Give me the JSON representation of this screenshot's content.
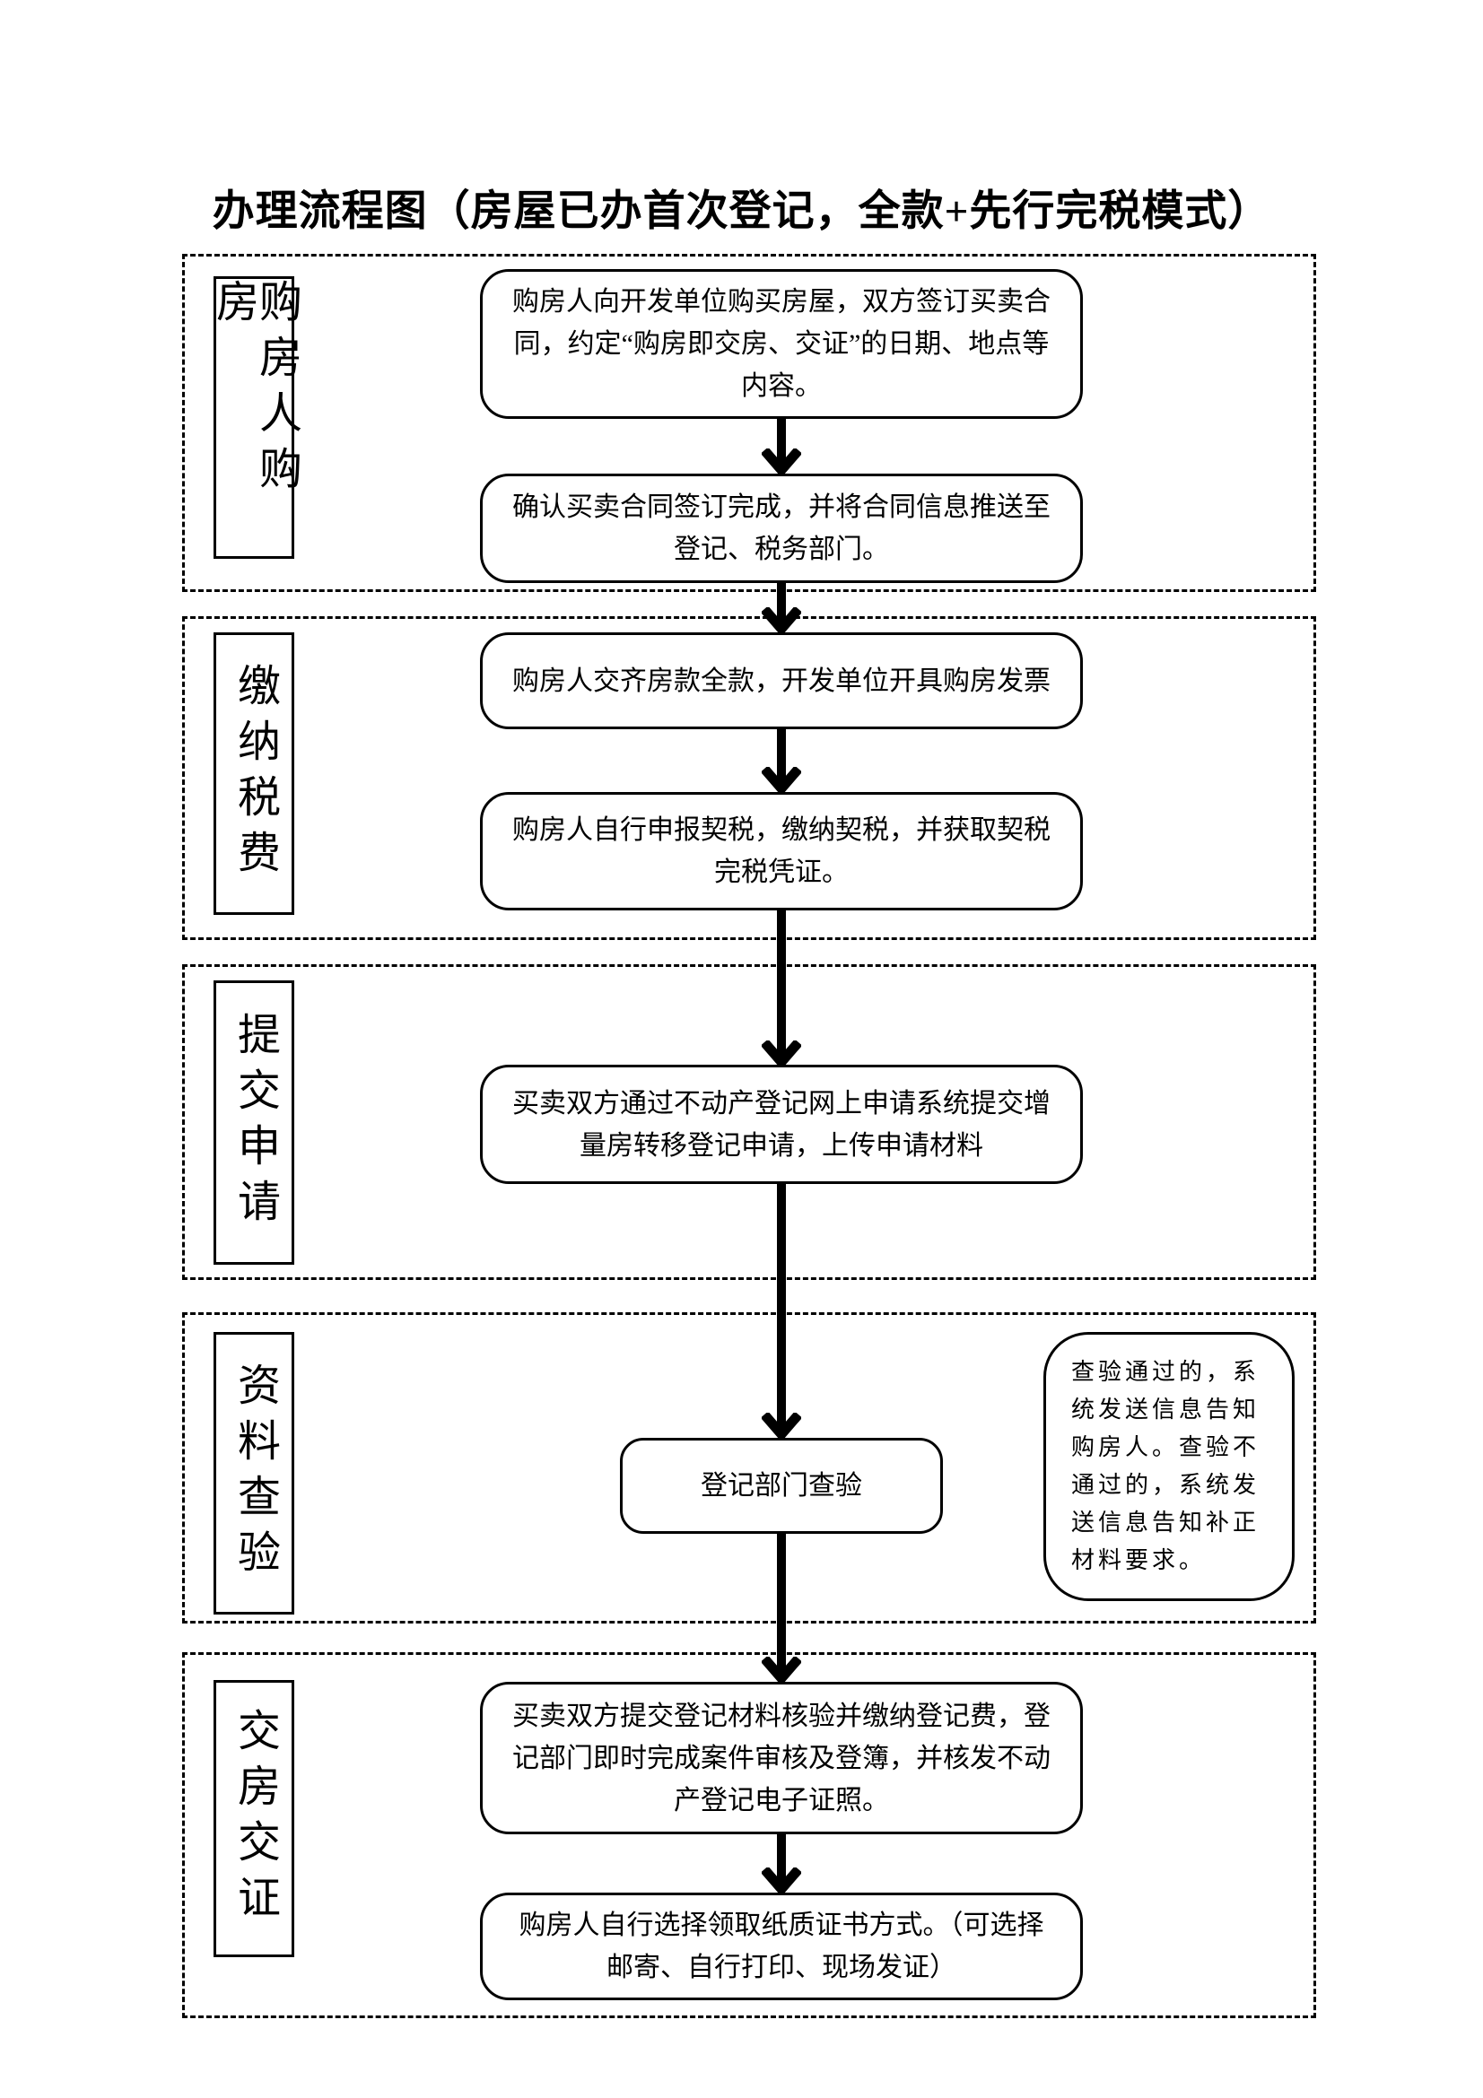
{
  "title": "办理流程图（房屋已办首次登记，全款+先行完税模式）",
  "sections": {
    "s1": {
      "label": "购房人购房"
    },
    "s2": {
      "label": "缴纳税费"
    },
    "s3": {
      "label": "提交申请"
    },
    "s4": {
      "label": "资料查验"
    },
    "s5": {
      "label": "交房交证"
    }
  },
  "steps": {
    "step1": "购房人向开发单位购买房屋，双方签订买卖合同，约定“购房即交房、交证”的日期、地点等内容。",
    "step2": "确认买卖合同签订完成，并将合同信息推送至登记、税务部门。",
    "step3": "购房人交齐房款全款，开发单位开具购房发票",
    "step4": "购房人自行申报契税，缴纳契税，并获取契税完税凭证。",
    "step5": "买卖双方通过不动产登记网上申请系统提交增量房转移登记申请，上传申请材料",
    "step6": "登记部门查验",
    "step7": "买卖双方提交登记材料核验并缴纳登记费，登记部门即时完成案件审核及登簿，并核发不动产登记电子证照。",
    "step8": "购房人自行选择领取纸质证书方式。（可选择邮寄、自行打印、现场发证）"
  },
  "note": "查验通过的，系统发送信息告知购房人。查验不通过的，系统发送信息告知补正材料要求。",
  "colors": {
    "ink": "#000000",
    "background": "#ffffff"
  }
}
